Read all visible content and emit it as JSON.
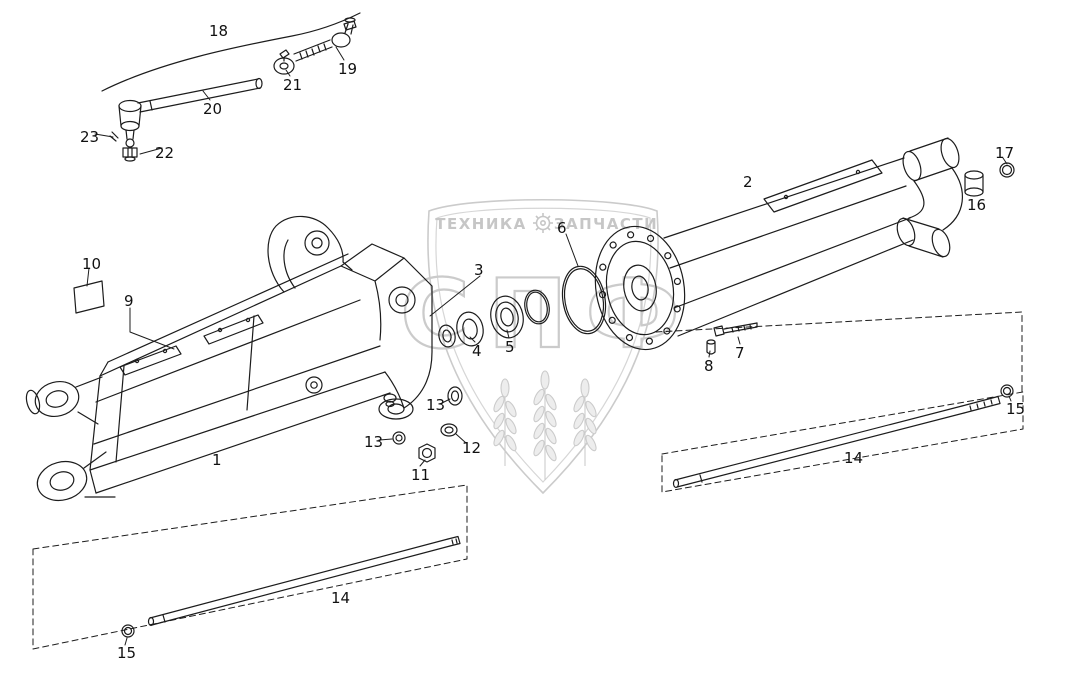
{
  "colors": {
    "line": "#1c1c1c",
    "watermark": "#c9c9c9",
    "background": "#ffffff"
  },
  "watermark": {
    "left_text": "ТЕХНИКА",
    "right_text": "ЗАПЧАСТИ",
    "monogram": "СПФ"
  },
  "labels": [
    {
      "num": "18"
    },
    {
      "num": "19"
    },
    {
      "num": "21"
    },
    {
      "num": "20"
    },
    {
      "num": "23"
    },
    {
      "num": "22"
    },
    {
      "num": "17"
    },
    {
      "num": "2"
    },
    {
      "num": "16"
    },
    {
      "num": "6"
    },
    {
      "num": "10"
    },
    {
      "num": "3"
    },
    {
      "num": "9"
    },
    {
      "num": "4"
    },
    {
      "num": "5"
    },
    {
      "num": "7"
    },
    {
      "num": "8"
    },
    {
      "num": "13"
    },
    {
      "num": "13"
    },
    {
      "num": "12"
    },
    {
      "num": "11"
    },
    {
      "num": "1"
    },
    {
      "num": "15"
    },
    {
      "num": "14"
    },
    {
      "num": "14"
    },
    {
      "num": "15"
    }
  ]
}
